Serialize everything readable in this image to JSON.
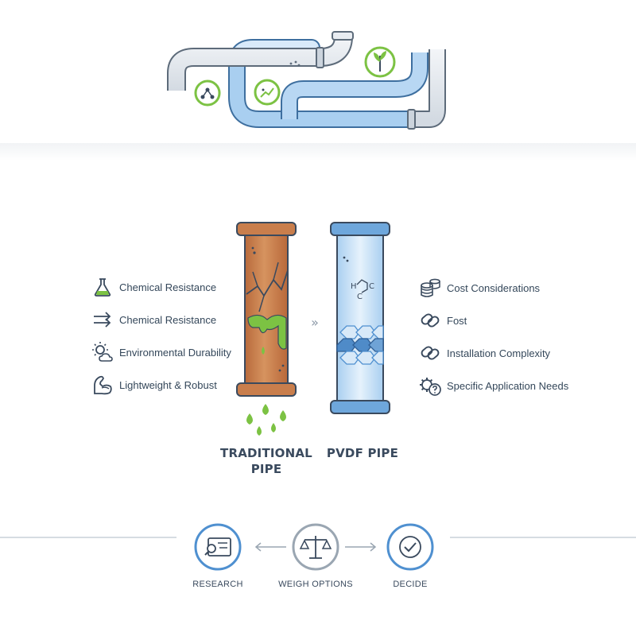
{
  "left_features": [
    {
      "label": "Chemical Resistance",
      "icon": "flask-icon"
    },
    {
      "label": "Chemical Resistance",
      "icon": "arrows-icon"
    },
    {
      "label": "Environmental Durability",
      "icon": "sun-cloud-icon"
    },
    {
      "label": "Lightweight & Robust",
      "icon": "flexed-arm-icon"
    }
  ],
  "right_features": [
    {
      "label": "Cost Considerations",
      "icon": "coins-icon"
    },
    {
      "label": "Fost",
      "icon": "chain-link-icon"
    },
    {
      "label": "Installation Complexity",
      "icon": "chain-link-icon"
    },
    {
      "label": "Specific Application Needs",
      "icon": "gear-question-icon"
    }
  ],
  "pipes": {
    "traditional": {
      "title_line1": "TRADITIONAL",
      "title_line2": "PIPE"
    },
    "pvdf": {
      "title": "PVDF PIPE",
      "formula_h": "H",
      "formula_c1": "C",
      "formula_c2": "C"
    }
  },
  "compare_symbol": "»",
  "process_steps": [
    {
      "label": "RESEARCH",
      "icon": "magnifier-document-icon"
    },
    {
      "label": "WEIGH OPTIONS",
      "icon": "scales-icon"
    },
    {
      "label": "DECIDE",
      "icon": "check-circle-icon"
    }
  ],
  "colors": {
    "accent_green": "#7cc243",
    "accent_blue": "#4f90d0",
    "pipe_blue_light": "#cfe4f7",
    "rust": "#c77a4a",
    "text": "#34475a"
  }
}
